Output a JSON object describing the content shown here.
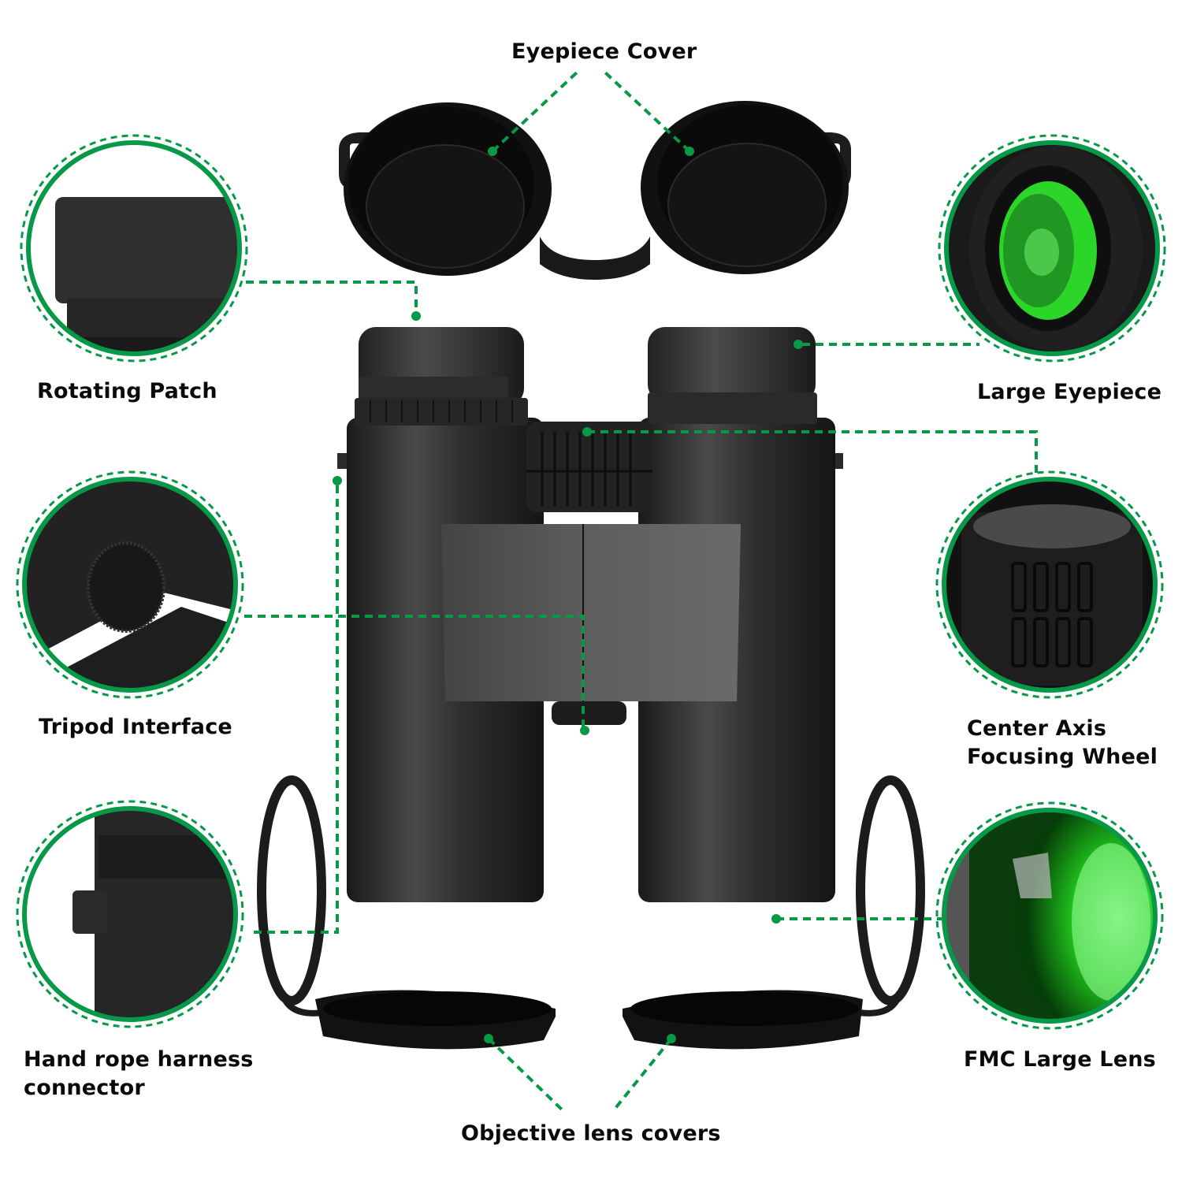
{
  "page": {
    "background": "#ffffff",
    "accent_color": "#079848",
    "product": "Binoculars with accessories"
  },
  "callouts": {
    "eyepiece_cover": {
      "label": "Eyepiece Cover"
    },
    "rotating_patch": {
      "label": "Rotating Patch"
    },
    "large_eyepiece": {
      "label": "Large Eyepiece"
    },
    "tripod_interface": {
      "label": "Tripod Interface"
    },
    "center_focus": {
      "line1": "Center Axis",
      "line2": "Focusing Wheel"
    },
    "hand_rope": {
      "line1": "Hand rope harness",
      "line2": "connector"
    },
    "fmc_lens": {
      "label": "FMC Large Lens"
    },
    "objective_covers": {
      "label": "Objective lens covers"
    }
  },
  "colors": {
    "green_line": "#079848",
    "lens_green": "#3ee83a",
    "body_dark": "#2a2a2a",
    "bridge_gray": "#5a5a5a"
  }
}
